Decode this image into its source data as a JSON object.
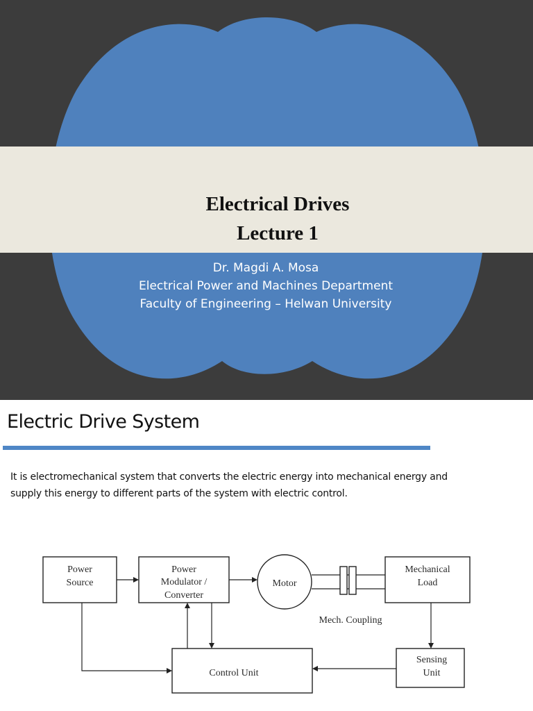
{
  "slide1": {
    "title_line1": "Electrical Drives",
    "title_line2": "Lecture 1",
    "author": "Dr. Magdi A. Mosa",
    "department": "Electrical Power and Machines Department",
    "faculty": "Faculty of Engineering – Helwan University",
    "colors": {
      "background": "#3c3c3c",
      "shape": "#4f81bd",
      "band": "#ebe8de"
    }
  },
  "slide2": {
    "title": "Electric Drive System",
    "body_line1": "It is electromechanical system that converts the electric energy into mechanical energy and",
    "body_line2": "supply this energy to different parts of the system with electric control.",
    "accent_color": "#4f87c6",
    "diagram": {
      "power_source": [
        "Power",
        "Source"
      ],
      "power_modulator": [
        "Power",
        "Modulator /",
        "Converter"
      ],
      "motor": "Motor",
      "mechanical_load": [
        "Mechanical",
        "Load"
      ],
      "mech_coupling": "Mech. Coupling",
      "sensing_unit": [
        "Sensing",
        "Unit"
      ],
      "control_unit": "Control Unit"
    }
  }
}
